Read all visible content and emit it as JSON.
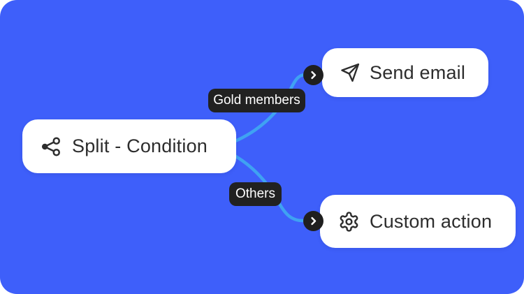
{
  "colors": {
    "canvas_background": "#3E5FFA",
    "connector": "#3FA2F2",
    "node_background": "#FFFFFF",
    "node_text": "#2D2D2D",
    "label_background": "#212121",
    "label_text": "#FFFFFF",
    "badge_background": "#1F1F1F",
    "badge_chevron": "#FFFFFF"
  },
  "flow": {
    "split_node": {
      "label": "Split - Condition",
      "icon": "split-icon"
    },
    "branches": [
      {
        "condition_label": "Gold members",
        "target": {
          "label": "Send email",
          "icon": "send-icon"
        }
      },
      {
        "condition_label": "Others",
        "target": {
          "label": "Custom action",
          "icon": "gear-icon"
        }
      }
    ]
  }
}
